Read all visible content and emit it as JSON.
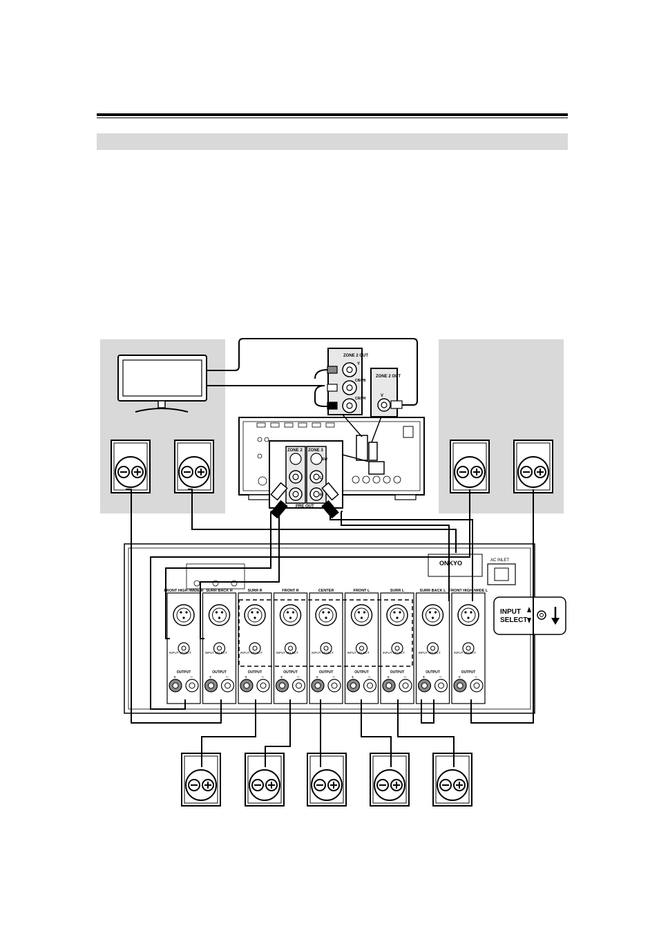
{
  "receiver": {
    "zone2_component_label": "ZONE 2 OUT",
    "component_y": "Y",
    "component_cb": "CB/PB",
    "component_cr": "CR/PR",
    "zone2_composite_label": "ZONE 2 OUT",
    "composite_v": "V",
    "preout_zone2": "ZONE 2",
    "preout_zone3": "ZONE 3",
    "preout_sw": "SW",
    "preout_l": "L",
    "preout_r": "R",
    "preout_title": "PRE OUT"
  },
  "amplifier": {
    "brand": "ONKYO",
    "inlet_label": "AC INLET",
    "channels": [
      {
        "name": "FRONT HIGH /WIDE R"
      },
      {
        "name": "SURR BACK R"
      },
      {
        "name": "SURR R"
      },
      {
        "name": "FRONT R"
      },
      {
        "name": "CENTER"
      },
      {
        "name": "FRONT L"
      },
      {
        "name": "SURR L"
      },
      {
        "name": "SURR BACK L"
      },
      {
        "name": "FRONT HIGH /WIDE L"
      }
    ],
    "input_select_small": "INPUT SELECT",
    "output_label": "OUTPUT",
    "plus": "+",
    "minus": "−"
  },
  "callout": {
    "input_select": "INPUT SELECT"
  }
}
